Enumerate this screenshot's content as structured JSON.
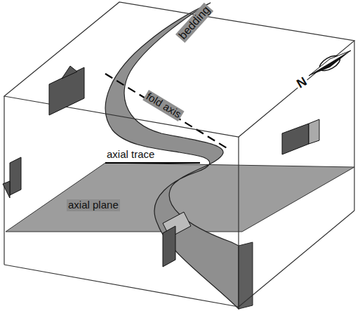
{
  "diagram": {
    "labels": [
      "bedding",
      "fold axis",
      "axial trace",
      "axial plane",
      "N"
    ]
  }
}
